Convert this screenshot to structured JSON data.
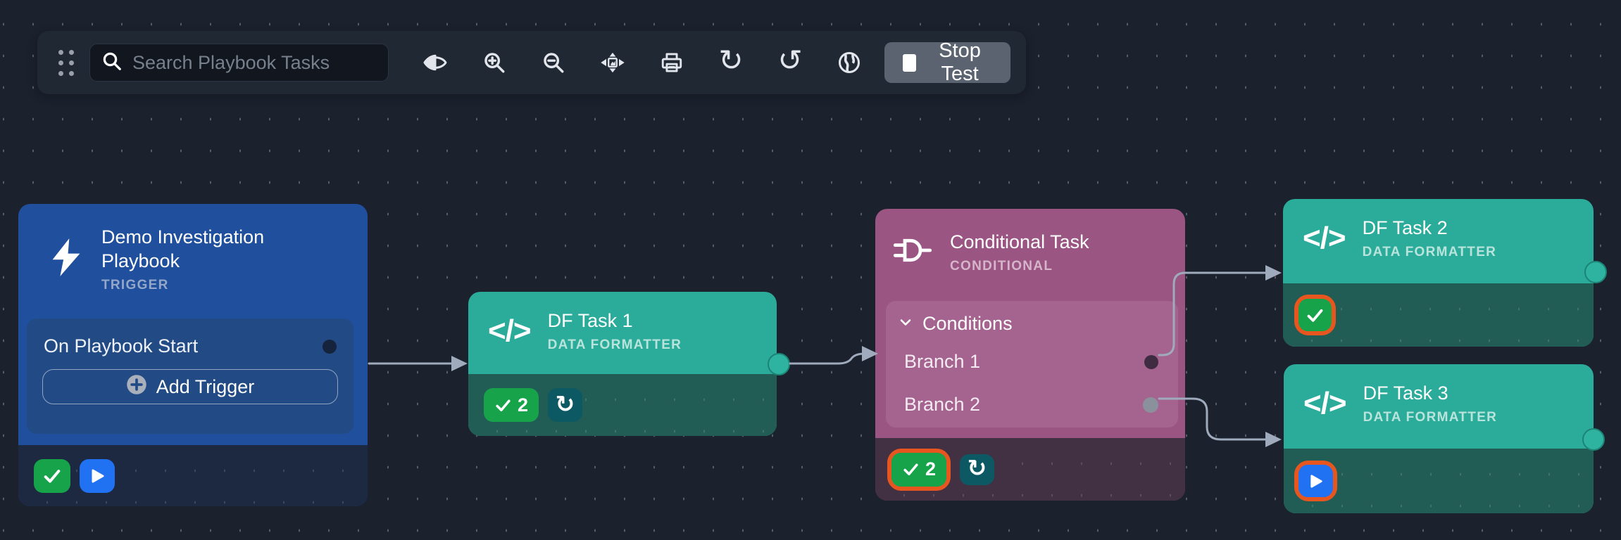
{
  "toolbar": {
    "search_placeholder": "Search Playbook Tasks",
    "stop_test_label": "Stop Test"
  },
  "icons": {
    "code": "</>",
    "redo": "↻",
    "undo": "↺"
  },
  "nodes": {
    "trigger": {
      "title": "Demo Investigation Playbook",
      "type_label": "TRIGGER",
      "row_label": "On Playbook Start",
      "add_trigger_label": "Add Trigger"
    },
    "df_task_1": {
      "title": "DF Task 1",
      "type_label": "DATA FORMATTER",
      "success_count": "2"
    },
    "conditional": {
      "title": "Conditional Task",
      "type_label": "CONDITIONAL",
      "conditions_label": "Conditions",
      "branches": [
        "Branch 1",
        "Branch 2"
      ],
      "success_count": "2"
    },
    "df_task_2": {
      "title": "DF Task 2",
      "type_label": "DATA FORMATTER"
    },
    "df_task_3": {
      "title": "DF Task 3",
      "type_label": "DATA FORMATTER"
    }
  },
  "colors": {
    "success_green": "#17a34a",
    "run_blue": "#2172f3",
    "retry_teal": "#0c5964",
    "highlight_orange": "#e8561f",
    "trigger_blue": "#1f4f9d",
    "formatter_teal": "#2bab9a",
    "conditional_purple": "#9a5583",
    "wire_gray": "#9fabbc",
    "background": "#1b212d"
  }
}
